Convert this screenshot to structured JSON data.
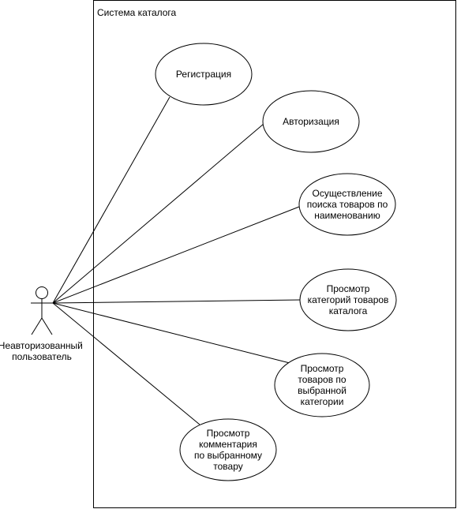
{
  "system": {
    "title": "Система каталога"
  },
  "actor": {
    "name_lines": [
      "Неавторизованный",
      "пользователь"
    ]
  },
  "use_cases": [
    {
      "id": "registration",
      "lines": [
        "Регистрация"
      ]
    },
    {
      "id": "authorization",
      "lines": [
        "Авторизация"
      ]
    },
    {
      "id": "search",
      "lines": [
        "Осуществление",
        "поиска товаров по",
        "наименованию"
      ]
    },
    {
      "id": "view-categories",
      "lines": [
        "Просмотр",
        "категорий товаров",
        "каталога"
      ]
    },
    {
      "id": "view-products",
      "lines": [
        "Просмотр",
        "товаров по",
        "выбранной",
        "категории"
      ]
    },
    {
      "id": "view-comments",
      "lines": [
        "Просмотр",
        "комментария",
        "по выбранному",
        "товару"
      ]
    }
  ],
  "colors": {
    "stroke": "#000000",
    "fill": "#ffffff"
  }
}
